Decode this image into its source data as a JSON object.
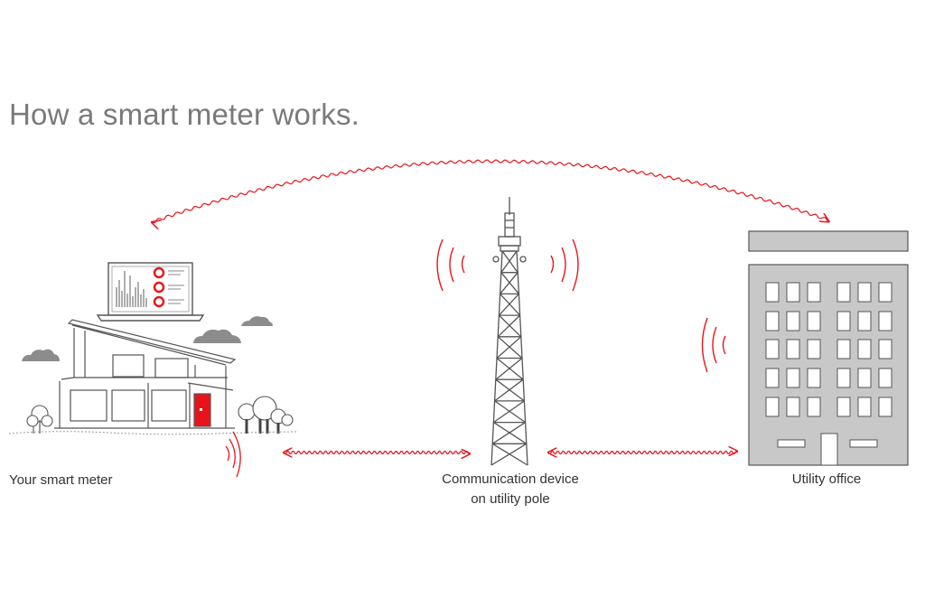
{
  "title": "How a smart meter works.",
  "nodes": {
    "meter_label": "Your smart meter",
    "pole_label_line1": "Communication device",
    "pole_label_line2": "on utility pole",
    "office_label": "Utility office"
  },
  "colors": {
    "accent": "#e8141b",
    "line": "#555555",
    "building_fill": "#c8c8c8",
    "cloud": "#8c8c8c",
    "text": "#333333",
    "title": "#7a7a7a"
  }
}
